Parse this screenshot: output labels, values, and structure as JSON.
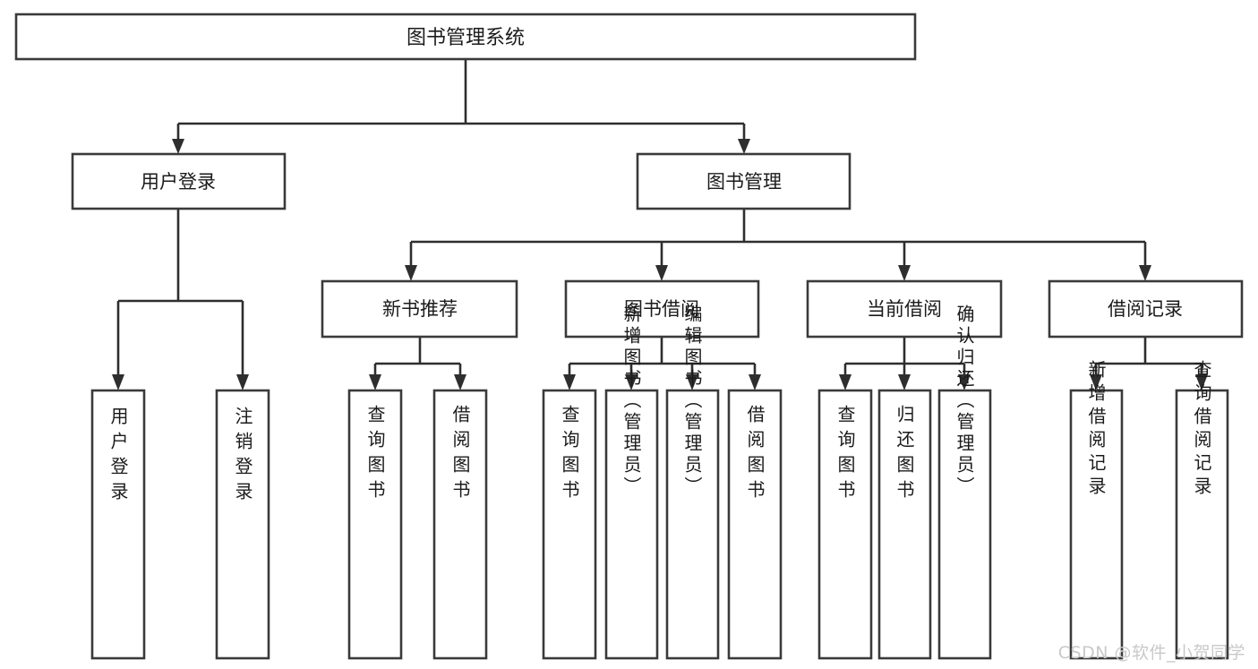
{
  "diagram": {
    "title": "图书管理系统",
    "watermark": "CSDN @软件_小贺同学",
    "colors": {
      "background": "#ffffff",
      "box_stroke": "#3a3a3a",
      "connector": "#2e2e2e",
      "text": "#1b1b1b",
      "watermark": "#c9c9c9"
    },
    "levels": {
      "root": {
        "label": "图书管理系统"
      },
      "level2": [
        {
          "label": "用户登录"
        },
        {
          "label": "图书管理"
        }
      ],
      "level3": [
        {
          "label": "新书推荐"
        },
        {
          "label": "图书借阅"
        },
        {
          "label": "当前借阅"
        },
        {
          "label": "借阅记录"
        }
      ],
      "leaves": [
        {
          "label": "用户登录",
          "parent": "用户登录"
        },
        {
          "label": "注销登录",
          "parent": "用户登录"
        },
        {
          "label": "查询图书",
          "parent": "新书推荐"
        },
        {
          "label": "借阅图书",
          "parent": "新书推荐"
        },
        {
          "label": "查询图书",
          "parent": "图书借阅"
        },
        {
          "label": "新增图书（管理员）",
          "parent": "图书借阅"
        },
        {
          "label": "编辑图书（管理员）",
          "parent": "图书借阅"
        },
        {
          "label": "借阅图书",
          "parent": "图书借阅"
        },
        {
          "label": "查询图书",
          "parent": "当前借阅"
        },
        {
          "label": "归还图书",
          "parent": "当前借阅"
        },
        {
          "label": "确认归还（管理员）",
          "parent": "当前借阅"
        },
        {
          "label": "新增借阅记录",
          "parent": "借阅记录"
        },
        {
          "label": "查询借阅记录",
          "parent": "借阅记录"
        }
      ]
    }
  },
  "chart_data": {
    "type": "table",
    "title": "图书管理系统",
    "structure": "tree",
    "nodes": [
      {
        "id": "root",
        "label": "图书管理系统",
        "level": 0,
        "parent": null
      },
      {
        "id": "n1",
        "label": "用户登录",
        "level": 1,
        "parent": "root"
      },
      {
        "id": "n2",
        "label": "图书管理",
        "level": 1,
        "parent": "root"
      },
      {
        "id": "n1a",
        "label": "用户登录",
        "level": 2,
        "parent": "n1"
      },
      {
        "id": "n1b",
        "label": "注销登录",
        "level": 2,
        "parent": "n1"
      },
      {
        "id": "n2a",
        "label": "新书推荐",
        "level": 2,
        "parent": "n2"
      },
      {
        "id": "n2b",
        "label": "图书借阅",
        "level": 2,
        "parent": "n2"
      },
      {
        "id": "n2c",
        "label": "当前借阅",
        "level": 2,
        "parent": "n2"
      },
      {
        "id": "n2d",
        "label": "借阅记录",
        "level": 2,
        "parent": "n2"
      },
      {
        "id": "n2a1",
        "label": "查询图书",
        "level": 3,
        "parent": "n2a"
      },
      {
        "id": "n2a2",
        "label": "借阅图书",
        "level": 3,
        "parent": "n2a"
      },
      {
        "id": "n2b1",
        "label": "查询图书",
        "level": 3,
        "parent": "n2b"
      },
      {
        "id": "n2b2",
        "label": "新增图书（管理员）",
        "level": 3,
        "parent": "n2b"
      },
      {
        "id": "n2b3",
        "label": "编辑图书（管理员）",
        "level": 3,
        "parent": "n2b"
      },
      {
        "id": "n2b4",
        "label": "借阅图书",
        "level": 3,
        "parent": "n2b"
      },
      {
        "id": "n2c1",
        "label": "查询图书",
        "level": 3,
        "parent": "n2c"
      },
      {
        "id": "n2c2",
        "label": "归还图书",
        "level": 3,
        "parent": "n2c"
      },
      {
        "id": "n2c3",
        "label": "确认归还（管理员）",
        "level": 3,
        "parent": "n2c"
      },
      {
        "id": "n2d1",
        "label": "新增借阅记录",
        "level": 3,
        "parent": "n2d"
      },
      {
        "id": "n2d2",
        "label": "查询借阅记录",
        "level": 3,
        "parent": "n2d"
      }
    ]
  }
}
